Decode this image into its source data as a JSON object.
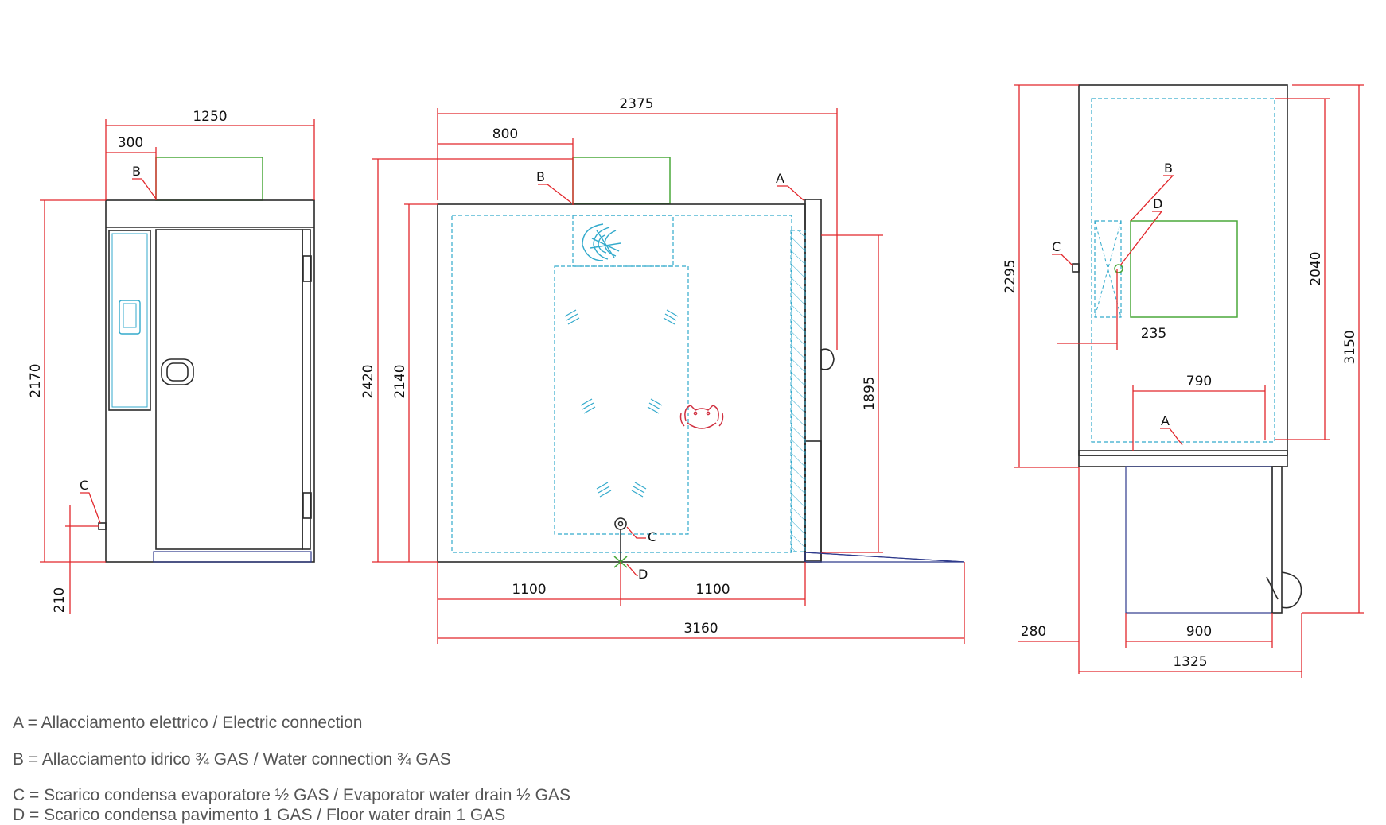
{
  "views": {
    "front": {
      "width_total": "1250",
      "width_offset": "300",
      "height_body": "2170",
      "height_base": "210",
      "label_b": "B",
      "label_c": "C"
    },
    "side": {
      "width_top": "2375",
      "width_offset": "800",
      "height_total": "2420",
      "height_body": "2140",
      "height_right": "1895",
      "width_left": "1100",
      "width_right": "1100",
      "width_total": "3160",
      "label_a": "A",
      "label_b": "B",
      "label_c": "C",
      "label_d": "D"
    },
    "plan": {
      "height_left": "2295",
      "height_inner": "2040",
      "height_total": "3150",
      "offset_235": "235",
      "width_790": "790",
      "width_280": "280",
      "width_900": "900",
      "width_1325": "1325",
      "label_a": "A",
      "label_b": "B",
      "label_c": "C",
      "label_d": "D"
    }
  },
  "legend": [
    "A = Allacciamento elettrico / Electric connection",
    "B = Allacciamento idrico ¾ GAS / Water connection ¾ GAS",
    "C = Scarico condensa evaporatore ½ GAS / Evaporator water drain ½ GAS",
    "D = Scarico condensa pavimento 1 GAS / Floor water drain 1 GAS"
  ],
  "colors": {
    "dimension": "#e2262b",
    "outline": "#2b2b2b",
    "inner": "#33aacc",
    "water": "#4aa83a",
    "hatch": "#2e3a8c"
  }
}
